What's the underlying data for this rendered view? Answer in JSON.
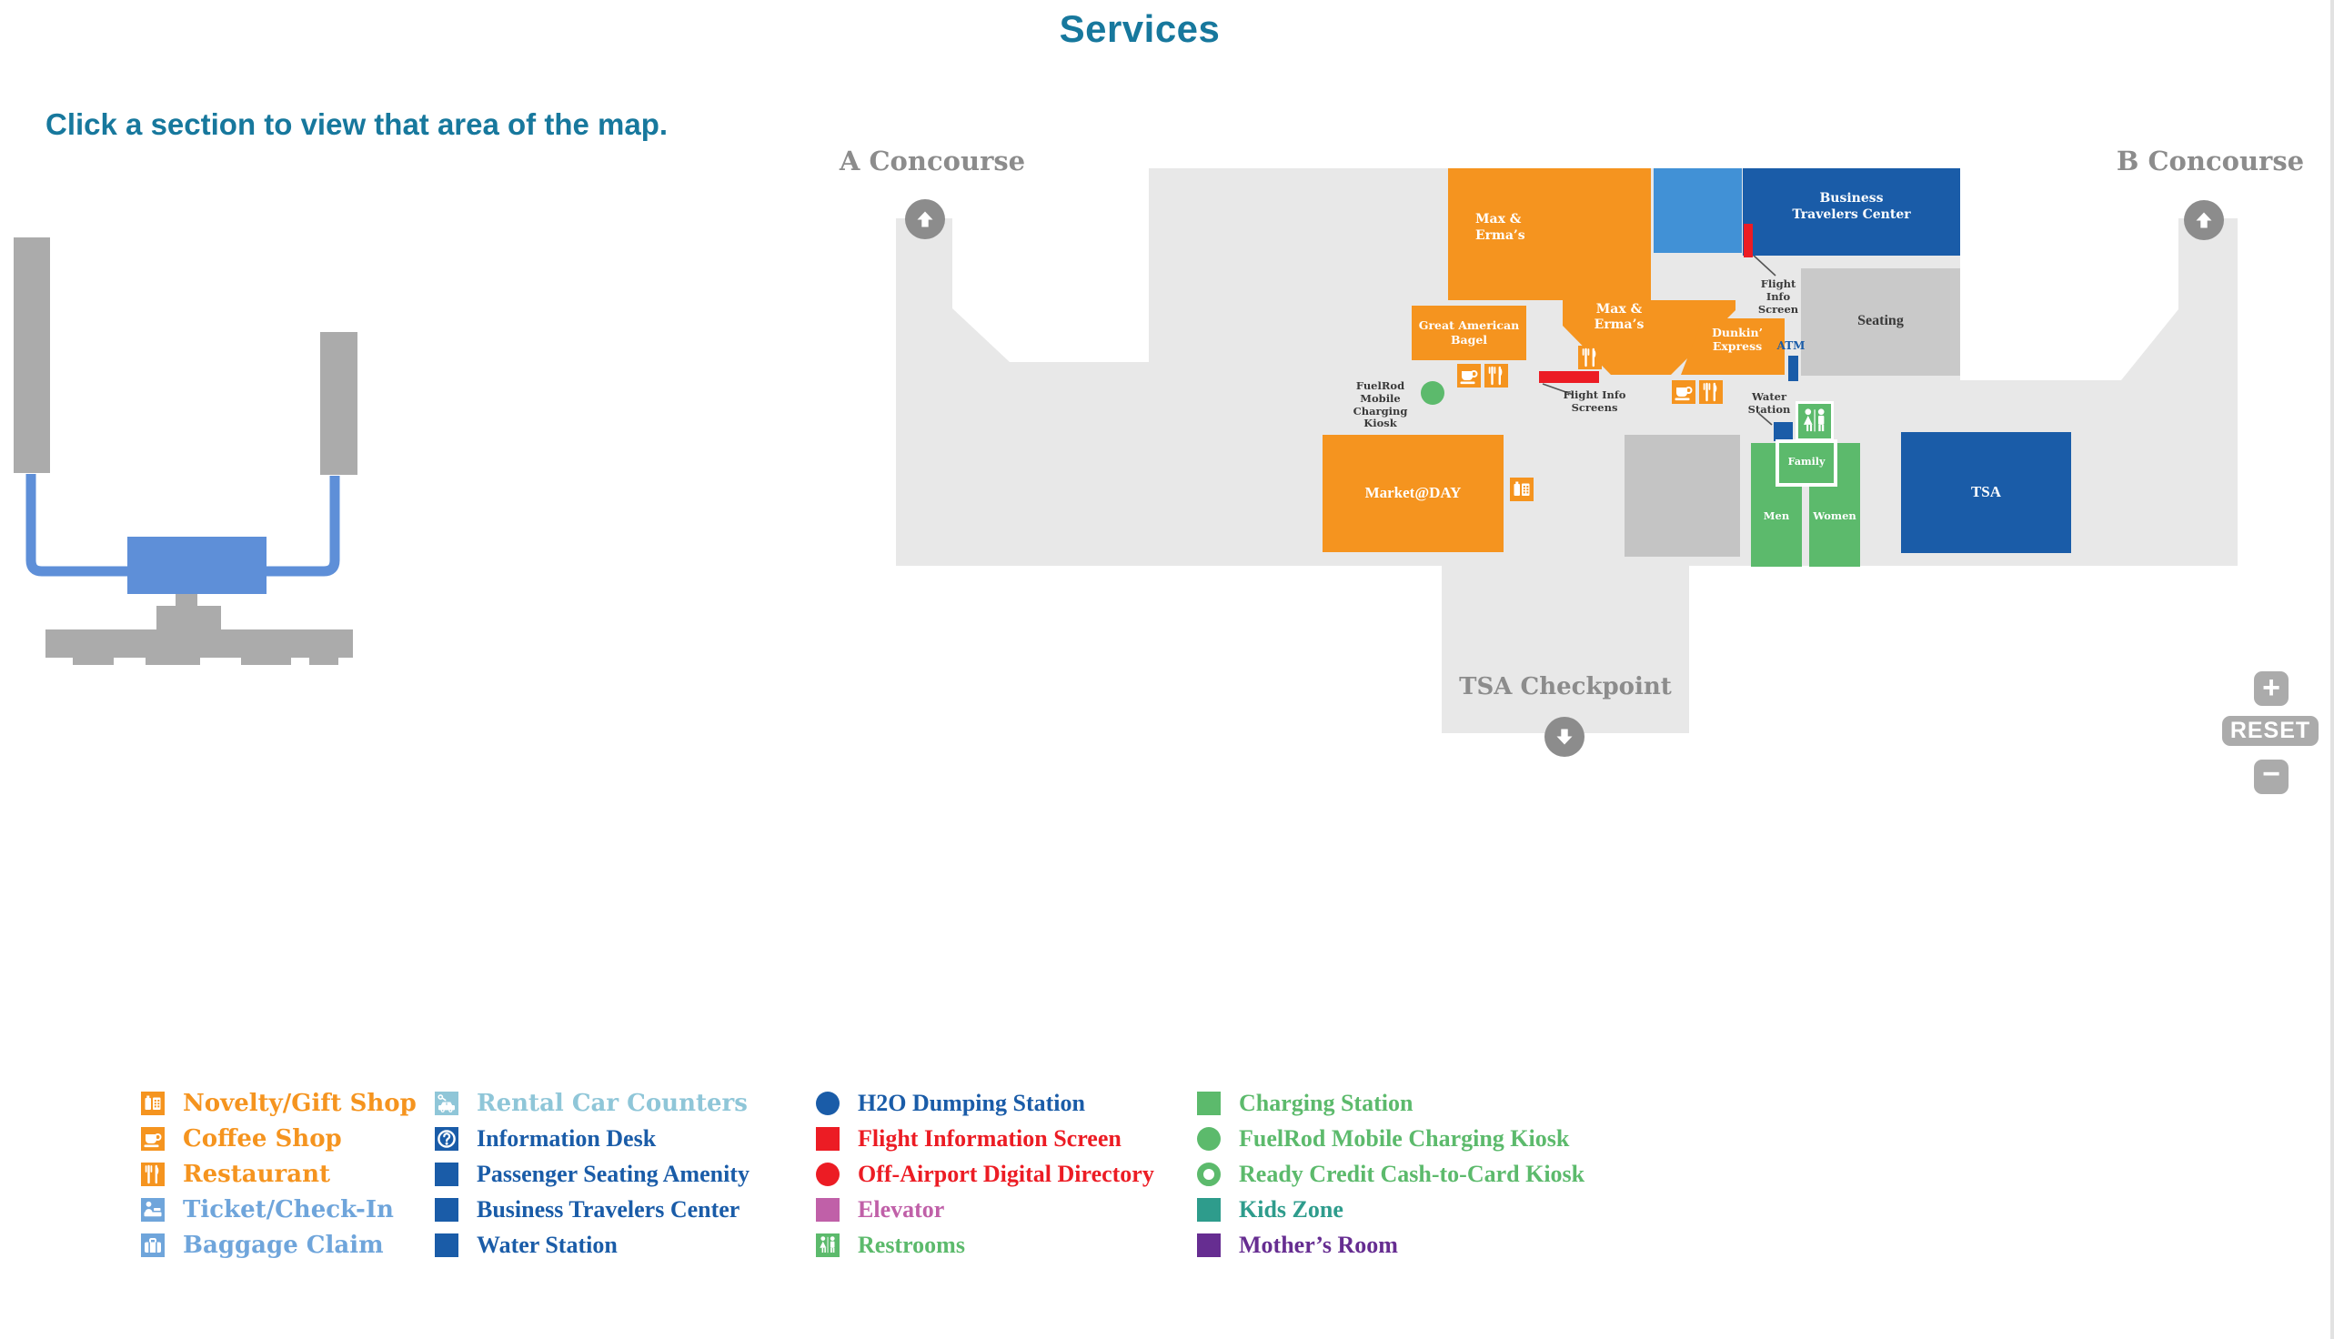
{
  "header": {
    "title": "Services",
    "subtitle": "Click a section to view that area of the map."
  },
  "concourses": {
    "a": "A Concourse",
    "b": "B Concourse"
  },
  "map": {
    "labels": {
      "max_ermas": "Max &\nErma’s",
      "business_travelers_center": "Business\nTravelers Center",
      "seating": "Seating",
      "flight_info_screen": "Flight\nInfo\nScreen",
      "great_american_bagel": "Great American\nBagel",
      "dunkin_express": "Dunkin’\nExpress",
      "flight_info_screens": "Flight Info\nScreens",
      "fuelrod_kiosk": "FuelRod\nMobile\nCharging Kiosk",
      "atm": "ATM",
      "water_station": "Water\nStation",
      "family": "Family",
      "men": "Men",
      "women": "Women",
      "tsa": "TSA",
      "market_at_day": "Market@DAY",
      "tsa_checkpoint": "TSA Checkpoint"
    }
  },
  "controls": {
    "zoom_in": "+",
    "reset": "RESET",
    "zoom_out": "−"
  },
  "legend": {
    "columns": [
      {
        "items": [
          {
            "label": "Novelty/Gift Shop",
            "icon": "gift-shop-icon",
            "color": "#F5941F"
          },
          {
            "label": "Coffee Shop",
            "icon": "coffee-icon",
            "color": "#F5941F"
          },
          {
            "label": "Restaurant",
            "icon": "restaurant-icon",
            "color": "#F5941F"
          },
          {
            "label": "Ticket/Check-In",
            "icon": "ticket-checkin-icon",
            "color": "#6FA5DB"
          },
          {
            "label": "Baggage Claim",
            "icon": "baggage-icon",
            "color": "#6FA5DB"
          }
        ]
      },
      {
        "items": [
          {
            "label": "Rental Car Counters",
            "icon": "rental-car-icon",
            "color": "#8FC6D8"
          },
          {
            "label": "Information Desk",
            "icon": "information-icon",
            "color": "#1A5CA8"
          },
          {
            "label": "Passenger Seating Amenity",
            "icon": "square",
            "color": "#1A5CA8"
          },
          {
            "label": "Business Travelers Center",
            "icon": "square",
            "color": "#1A5CA8"
          },
          {
            "label": "Water Station",
            "icon": "square",
            "color": "#1A5CA8"
          }
        ]
      },
      {
        "items": [
          {
            "label": "H2O Dumping Station",
            "icon": "circle",
            "color": "#1A5CA8"
          },
          {
            "label": "Flight Information Screen",
            "icon": "square",
            "color": "#EC1C24"
          },
          {
            "label": "Off-Airport Digital Directory",
            "icon": "circle",
            "color": "#EC1C24"
          },
          {
            "label": "Elevator",
            "icon": "square",
            "color": "#C060A8"
          },
          {
            "label": "Restrooms",
            "icon": "restrooms-icon",
            "color": "#5CBA6C"
          }
        ]
      },
      {
        "items": [
          {
            "label": "Charging Station",
            "icon": "square",
            "color": "#5CBA6C"
          },
          {
            "label": "FuelRod Mobile Charging Kiosk",
            "icon": "circle",
            "color": "#5CBA6C"
          },
          {
            "label": "Ready Credit Cash-to-Card Kiosk",
            "icon": "ring",
            "color": "#5CBA6C"
          },
          {
            "label": "Kids Zone",
            "icon": "square",
            "color": "#2E9C8C"
          },
          {
            "label": "Mother’s Room",
            "icon": "square",
            "color": "#662D91"
          }
        ]
      }
    ]
  },
  "colors": {
    "accent_teal": "#17789D",
    "orange": "#F5941F",
    "dark_blue": "#1A5CA8",
    "light_blue_block": "#4191D6",
    "light_blue": "#6FA5DB",
    "rental_teal": "#8FC6D8",
    "red": "#EC1C24",
    "magenta": "#C060A8",
    "green": "#5CBA6C",
    "kids_teal": "#2E9C8C",
    "purple": "#662D91",
    "floor_gray": "#E8E8E8",
    "block_gray": "#C9C9C9",
    "mini_gray": "#ABABAB",
    "mini_blue": "#5E8FD8",
    "label_gray": "#8C8C8C"
  }
}
